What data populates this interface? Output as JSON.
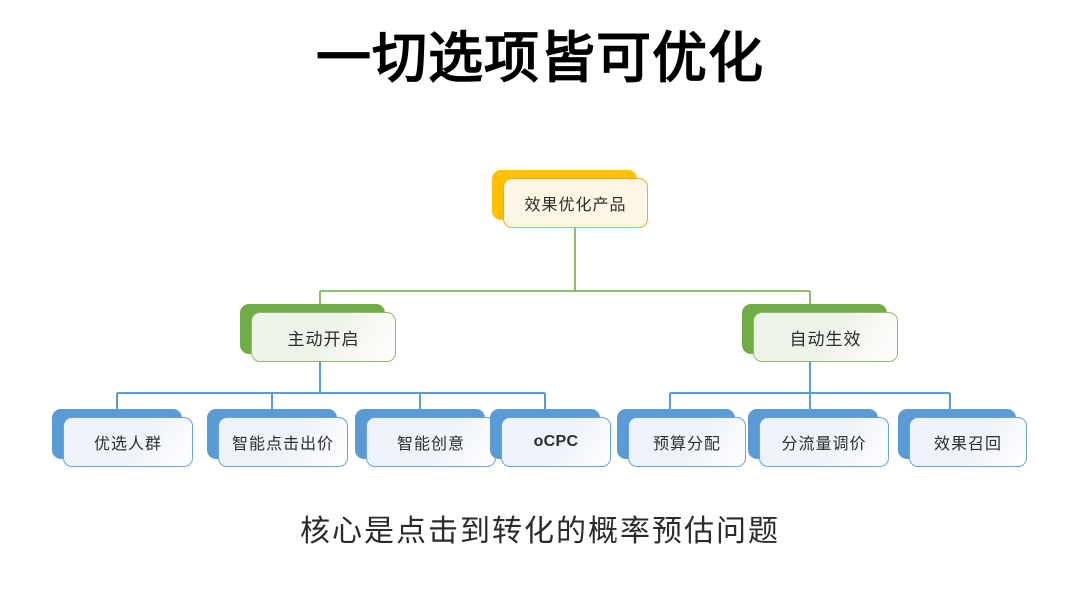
{
  "slide": {
    "title": "一切选项皆可优化",
    "caption": "核心是点击到转化的概率预估问题",
    "background_color": "#ffffff"
  },
  "colors": {
    "title_text": "#000000",
    "caption_text": "#2b2b2b",
    "root_shadow": "#ffc000",
    "root_fill": "#fdf6e4",
    "root_border": "#f0ab1e",
    "branch_shadow": "#70ad47",
    "branch_fill": "#eef3e9",
    "branch_border": "#8fbc6a",
    "leaf_shadow": "#5b9bd5",
    "leaf_fill": "#eef2f9",
    "leaf_border": "#6aa3d8",
    "connector_green": "#8cbf6a",
    "connector_blue": "#5b9bd5"
  },
  "diagram": {
    "type": "tree",
    "root": {
      "label": "效果优化产品",
      "style": "root"
    },
    "branches": [
      {
        "label": "主动开启",
        "style": "branch",
        "children": [
          {
            "label": "优选人群",
            "style": "leaf",
            "script": "cjk"
          },
          {
            "label": "智能点击出价",
            "style": "leaf",
            "script": "cjk"
          },
          {
            "label": "智能创意",
            "style": "leaf",
            "script": "cjk"
          },
          {
            "label": "oCPC",
            "style": "leaf",
            "script": "latin"
          }
        ]
      },
      {
        "label": "自动生效",
        "style": "branch",
        "children": [
          {
            "label": "预算分配",
            "style": "leaf",
            "script": "cjk"
          },
          {
            "label": "分流量调价",
            "style": "leaf",
            "script": "cjk"
          },
          {
            "label": "效果召回",
            "style": "leaf",
            "script": "cjk"
          }
        ]
      }
    ]
  }
}
